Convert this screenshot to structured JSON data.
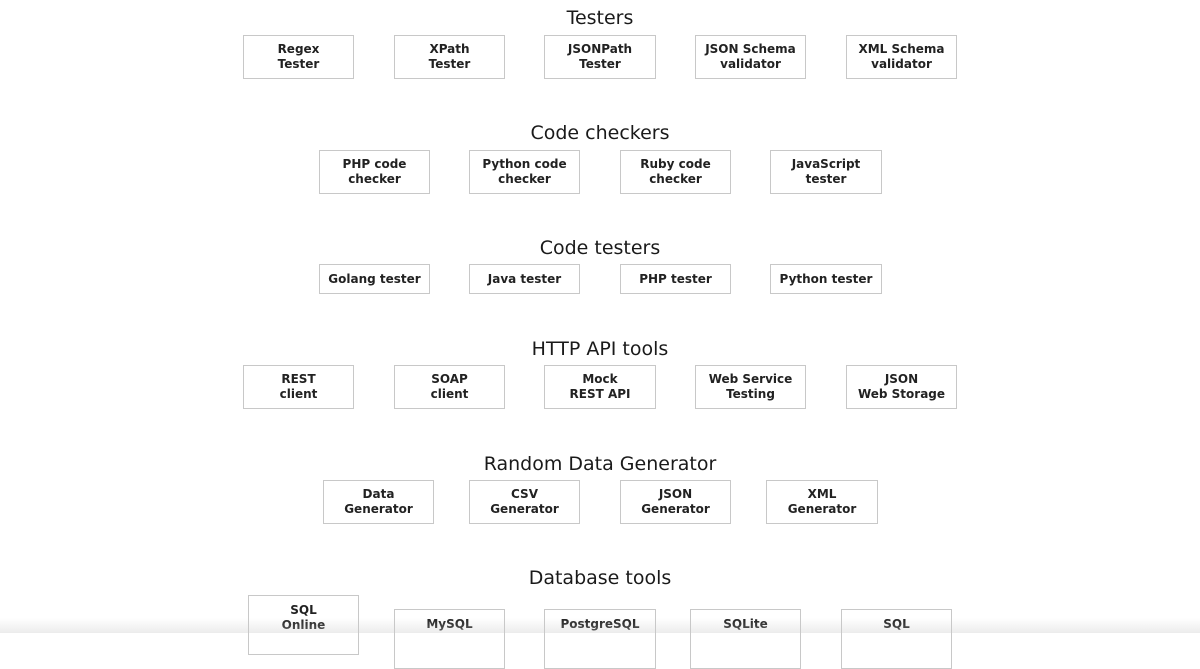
{
  "sections": {
    "testers": {
      "title": "Testers",
      "items": [
        "Regex\nTester",
        "XPath\nTester",
        "JSONPath\nTester",
        "JSON Schema\nvalidator",
        "XML Schema\nvalidator"
      ]
    },
    "code_checkers": {
      "title": "Code checkers",
      "items": [
        "PHP code\nchecker",
        "Python code\nchecker",
        "Ruby code\nchecker",
        "JavaScript\ntester"
      ]
    },
    "code_testers": {
      "title": "Code testers",
      "items": [
        "Golang tester",
        "Java tester",
        "PHP tester",
        "Python tester"
      ]
    },
    "http_api_tools": {
      "title": "HTTP API tools",
      "items": [
        "REST\nclient",
        "SOAP\nclient",
        "Mock\nREST API",
        "Web Service\nTesting",
        "JSON\nWeb Storage"
      ]
    },
    "random_data_generator": {
      "title": "Random Data Generator",
      "items": [
        "Data\nGenerator",
        "CSV\nGenerator",
        "JSON\nGenerator",
        "XML\nGenerator"
      ]
    },
    "database_tools": {
      "title": "Database tools",
      "items": [
        "SQL\nOnline",
        "MySQL",
        "PostgreSQL",
        "SQLite",
        "SQL"
      ]
    }
  }
}
